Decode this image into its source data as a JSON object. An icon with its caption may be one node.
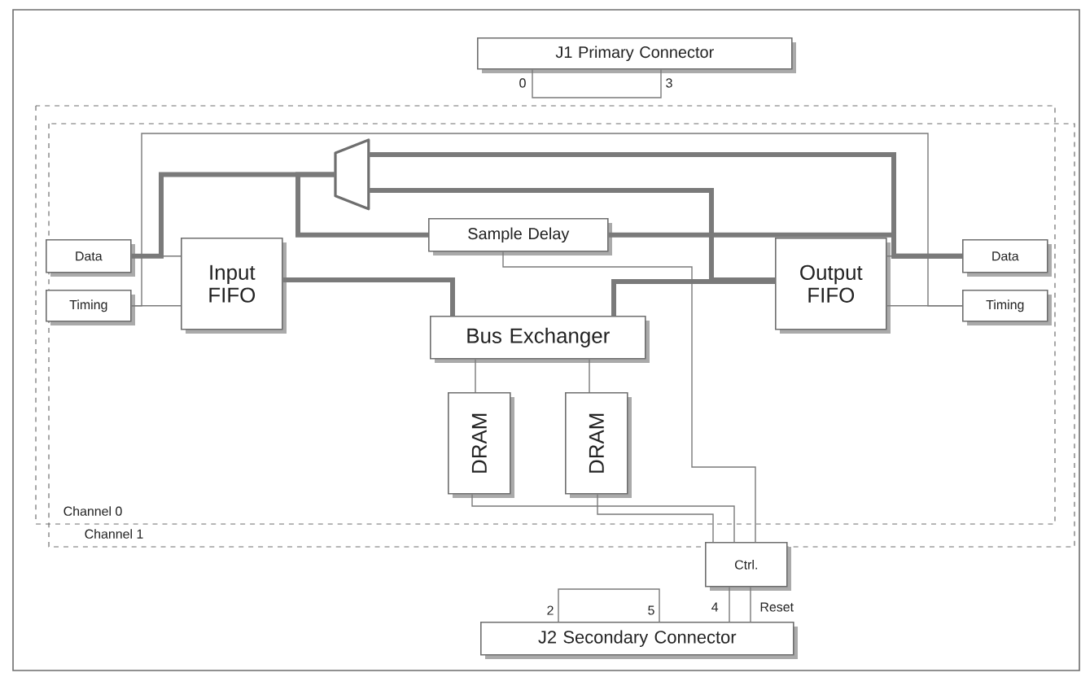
{
  "diagram": {
    "nodes": [
      {
        "text": [
          "J1 Primary Connector"
        ]
      },
      {
        "text": [
          "Data"
        ]
      },
      {
        "text": [
          "Timing"
        ]
      },
      {
        "text": [
          "Input FIFO"
        ]
      },
      {
        "text": [],
        "shape": "trapezoid"
      },
      {
        "text": [
          "Sample Delay"
        ]
      },
      {
        "text": [
          "Output FIFO"
        ]
      },
      {
        "text": [
          "Data"
        ]
      },
      {
        "text": [
          "Timing"
        ]
      },
      {
        "text": [
          "Bus Exchanger"
        ]
      },
      {
        "text": [
          "DRAM"
        ]
      },
      {
        "text": [
          "DRAM"
        ]
      },
      {
        "text": [
          "Ctrl."
        ]
      },
      {
        "text": [
          "J2 Secondary Connector"
        ]
      }
    ],
    "edges": [
      {
        "from": 0,
        "to": 0,
        "arrow": "none"
      },
      {
        "from": 13,
        "to": 13,
        "arrow": "none"
      },
      {
        "from": 1,
        "to": 3,
        "arrow": "none"
      },
      {
        "from": 2,
        "to": 3,
        "arrow": "none"
      },
      {
        "from": 2,
        "to": 8,
        "arrow": "none"
      },
      {
        "from": 4,
        "to": 1,
        "arrow": "none",
        "style": "thick"
      },
      {
        "from": 4,
        "to": 5,
        "arrow": "none",
        "style": "thick"
      },
      {
        "from": 4,
        "to": 7,
        "arrow": "none",
        "style": "thick"
      },
      {
        "from": 4,
        "to": 6,
        "arrow": "none",
        "style": "thick"
      },
      {
        "from": 5,
        "to": 7,
        "arrow": "none",
        "style": "thick"
      },
      {
        "from": 6,
        "to": 7,
        "arrow": "none"
      },
      {
        "from": 6,
        "to": 8,
        "arrow": "none"
      },
      {
        "from": 3,
        "to": 9,
        "arrow": "none",
        "style": "thick"
      },
      {
        "from": 9,
        "to": 6,
        "arrow": "none",
        "style": "thick"
      },
      {
        "from": 9,
        "to": 10,
        "arrow": "none"
      },
      {
        "from": 9,
        "to": 11,
        "arrow": "none"
      },
      {
        "from": 5,
        "to": 12,
        "arrow": "none"
      },
      {
        "from": 10,
        "to": 12,
        "arrow": "none"
      },
      {
        "from": 11,
        "to": 12,
        "arrow": "none"
      },
      {
        "from": 12,
        "to": 13,
        "arrow": "none",
        "label": "4"
      },
      {
        "from": 12,
        "to": 13,
        "arrow": "none",
        "label": "Reset"
      }
    ],
    "labels": [
      "0",
      "3",
      "Channel 0",
      "Channel 1",
      "2",
      "5"
    ]
  }
}
